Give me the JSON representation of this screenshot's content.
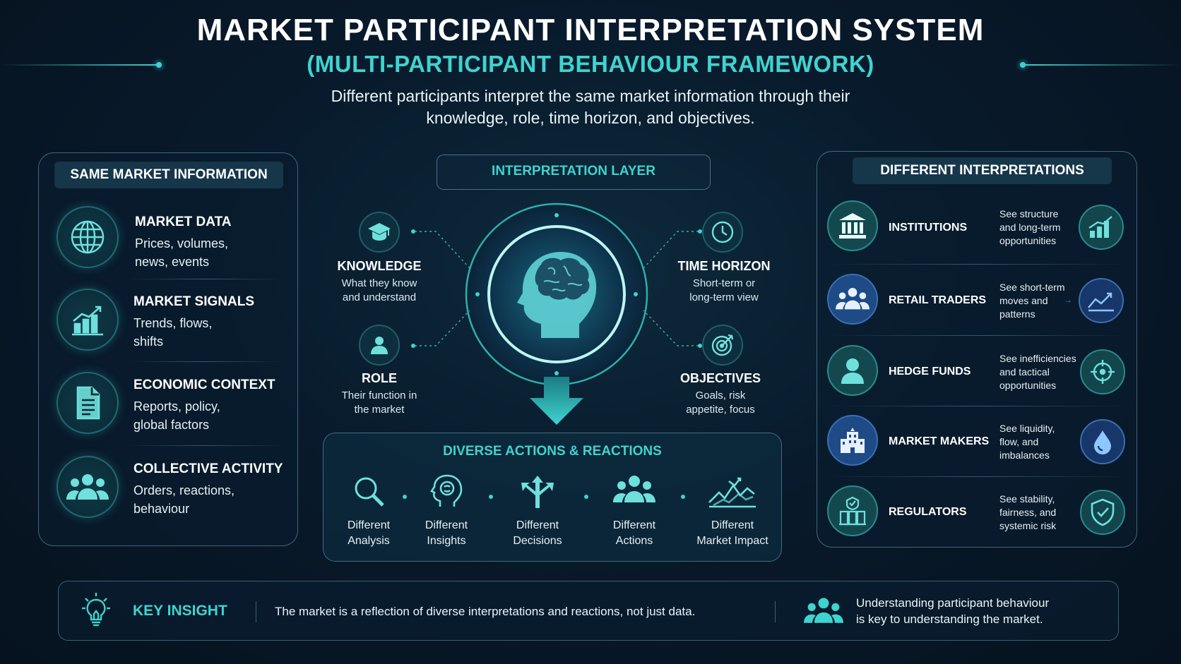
{
  "header": {
    "title": "MARKET PARTICIPANT INTERPRETATION SYSTEM",
    "subtitle": "(MULTI-PARTICIPANT BEHAVIOUR FRAMEWORK)",
    "description_line1": "Different participants interpret the same market information through their",
    "description_line2": "knowledge, role, time horizon, and objectives."
  },
  "left_panel": {
    "tag": "SAME MARKET INFORMATION",
    "items": [
      {
        "title": "MARKET DATA",
        "line1": "Prices, volumes,",
        "line2": "news, events",
        "icon": "globe-icon"
      },
      {
        "title": "MARKET SIGNALS",
        "line1": "Trends, flows,",
        "line2": "shifts",
        "icon": "bar-chart-icon"
      },
      {
        "title": "ECONOMIC CONTEXT",
        "line1": "Reports, policy,",
        "line2": "global factors",
        "icon": "document-icon"
      },
      {
        "title": "COLLECTIVE ACTIVITY",
        "line1": "Orders, reactions,",
        "line2": "behaviour",
        "icon": "people-icon"
      }
    ]
  },
  "center": {
    "tag": "INTERPRETATION LAYER",
    "factors": {
      "knowledge": {
        "title": "KNOWLEDGE",
        "line1": "What they know",
        "line2": "and understand"
      },
      "role": {
        "title": "ROLE",
        "line1": "Their function in",
        "line2": "the market"
      },
      "time_horizon": {
        "title": "TIME HORIZON",
        "line1": "Short-term or",
        "line2": "long-term view"
      },
      "objectives": {
        "title": "OBJECTIVES",
        "line1": "Goals, risk",
        "line2": "appetite, focus"
      }
    },
    "actions": {
      "title": "DIVERSE ACTIONS & REACTIONS",
      "items": [
        {
          "line1": "Different",
          "line2": "Analysis"
        },
        {
          "line1": "Different",
          "line2": "Insights"
        },
        {
          "line1": "Different",
          "line2": "Decisions"
        },
        {
          "line1": "Different",
          "line2": "Actions"
        },
        {
          "line1": "Different",
          "line2": "Market Impact"
        }
      ]
    }
  },
  "right_panel": {
    "tag": "DIFFERENT INTERPRETATIONS",
    "rows": [
      {
        "name": "INSTITUTIONS",
        "l1": "See structure",
        "l2": "and long-term",
        "l3": "opportunities"
      },
      {
        "name": "RETAIL TRADERS",
        "l1": "See short-term",
        "l2": "moves and",
        "l3": "patterns"
      },
      {
        "name": "HEDGE FUNDS",
        "l1": "See inefficiencies",
        "l2": "and tactical",
        "l3": "opportunities"
      },
      {
        "name": "MARKET MAKERS",
        "l1": "See liquidity,",
        "l2": "flow, and",
        "l3": "imbalances"
      },
      {
        "name": "REGULATORS",
        "l1": "See stability,",
        "l2": "fairness, and",
        "l3": "systemic risk"
      }
    ]
  },
  "bottom": {
    "label": "KEY INSIGHT",
    "text": "The market is a reflection of diverse interpretations and reactions, not just data.",
    "text2_line1": "Understanding participant behaviour",
    "text2_line2": "is key to understanding the market."
  },
  "colors": {
    "accent": "#3fd3cf",
    "blue": "#2a5a9c",
    "background": "#081a2b"
  }
}
